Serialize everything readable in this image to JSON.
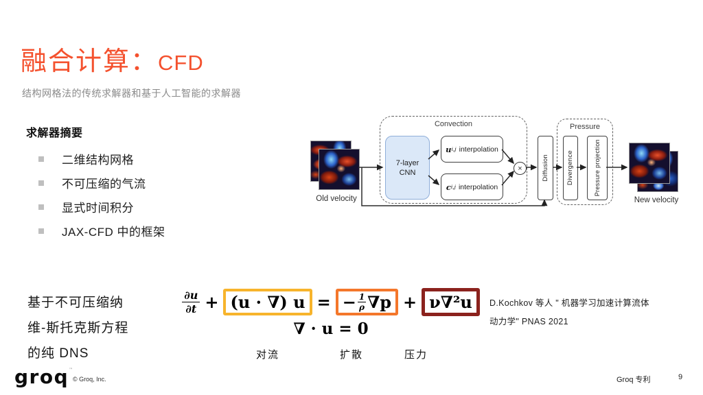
{
  "colors": {
    "accent": "#F4512E",
    "subtitle-gray": "#8A8A8A",
    "text-dark": "#1A1A1A",
    "bullet-gray": "#BFBFBF",
    "cnn-fill": "#DBE8F8",
    "cnn-border": "#8FAED9",
    "box-convection": "#F7B42C",
    "box-diffusion": "#F4772B",
    "box-pressure": "#8B221D"
  },
  "title": {
    "zh": "融合计算：",
    "en": "CFD"
  },
  "subtitle": "结构网格法的传统求解器和基于人工智能的求解器",
  "summary": {
    "heading": "求解器摘要",
    "bullets": [
      "二维结构网格",
      "不可压缩的气流",
      "显式时间积分",
      "JAX-CFD 中的框架"
    ]
  },
  "diagram": {
    "old_velocity_label": "Old velocity",
    "new_velocity_label": "New velocity",
    "convection_label": "Convection",
    "cnn_line1": "7-layer",
    "cnn_line2": "CNN",
    "u_var": "u",
    "u_sub": "i,j",
    "u_text": "interpolation",
    "c_var": "c",
    "c_sub": "i,j",
    "c_text": "interpolation",
    "multiply": "×",
    "diffusion_label": "Diffusion",
    "pressure_label": "Pressure",
    "divergence_label": "Divergence",
    "pressure_projection_label": "Pressure projection"
  },
  "statement": {
    "line1": "基于不可压缩纳",
    "line2": "维-斯托克斯方程",
    "line3": "的纯 DNS"
  },
  "equation": {
    "frac_du_top": "∂u",
    "frac_du_bottom": "∂t",
    "plus1": "+",
    "convection_term": "(u · ∇) u",
    "equals": "=",
    "minus": "−",
    "frac_one": "1",
    "frac_rho": "ρ",
    "grad_p": "∇p",
    "plus2": "+",
    "diffusion_term": "ν∇²u",
    "second_line": "∇ · u = 0",
    "labels": {
      "convection": "对流",
      "diffusion": "扩散",
      "pressure": "压力"
    }
  },
  "citation": {
    "line1": "D.Kochkov 等人 \" 机器学习加速计算流体",
    "line2": "动力学\" PNAS 2021"
  },
  "footer": {
    "logo": "groq",
    "trademark": "™",
    "copyright": "© Groq, Inc.",
    "patent": "Groq 专利",
    "page": "9"
  }
}
